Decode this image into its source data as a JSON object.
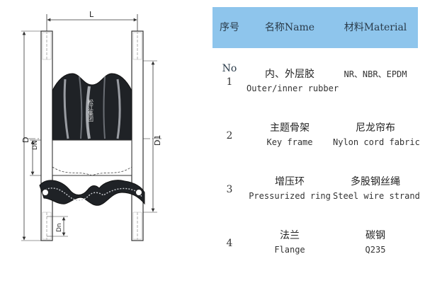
{
  "diagram": {
    "labels": {
      "L": "L",
      "D": "D",
      "DN": "DN",
      "D1": "D1",
      "Dn": "Dn",
      "body_text": "松江集团"
    }
  },
  "table": {
    "headers": {
      "no": "序号No",
      "name": "名称Name",
      "material": "材料Material"
    },
    "rows": [
      {
        "no": "1",
        "name_zh": "内、外层胶",
        "name_en": "Outer/inner rubber",
        "mat_zh": "",
        "mat_en": "NR、NBR、EPDM"
      },
      {
        "no": "2",
        "name_zh": "主题骨架",
        "name_en": "Key frame",
        "mat_zh": "尼龙帘布",
        "mat_en": "Nylon cord fabric"
      },
      {
        "no": "3",
        "name_zh": "增压环",
        "name_en": "Pressurized ring",
        "mat_zh": "多股钢丝绳",
        "mat_en": "Steel wire strand"
      },
      {
        "no": "4",
        "name_zh": "法兰",
        "name_en": "Flange",
        "mat_zh": "碳钢",
        "mat_en": "Q235"
      }
    ]
  },
  "colors": {
    "header_bg": "#8ec5ec",
    "rubber": "#1f2226",
    "flange": "#ffffff",
    "line": "#333333"
  }
}
